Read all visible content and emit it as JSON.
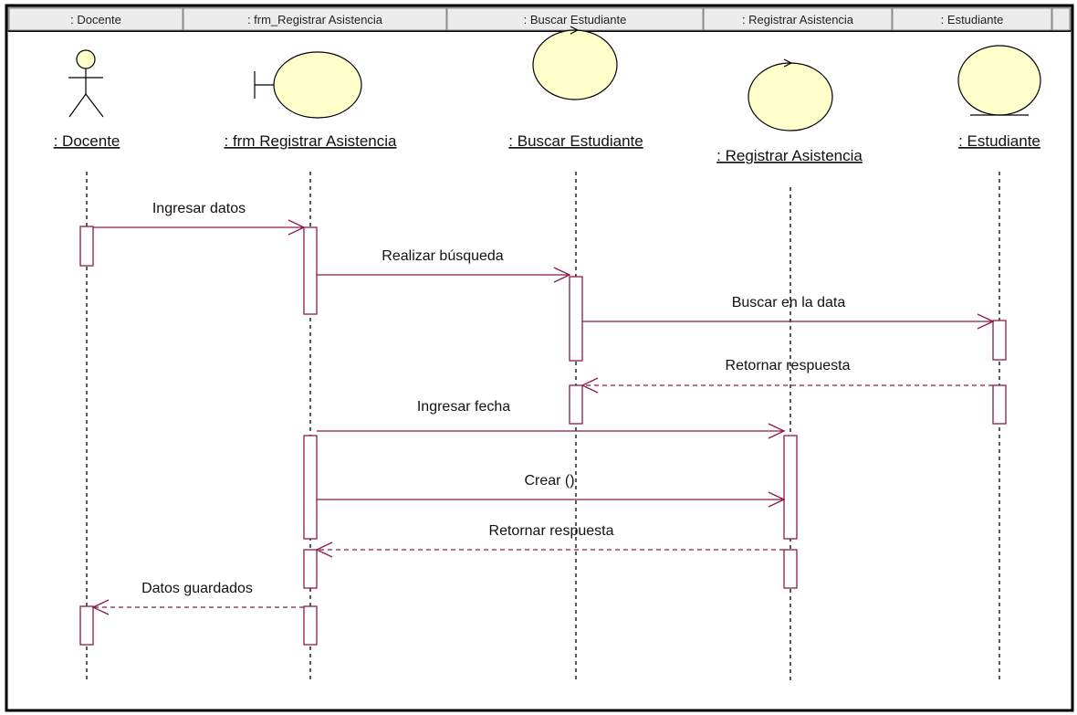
{
  "header_cells": [
    ": Docente",
    ": frm_Registrar Asistencia",
    ": Buscar Estudiante",
    ": Registrar Asistencia",
    ": Estudiante"
  ],
  "lifelines": [
    {
      "name": ": Docente",
      "kind": "actor"
    },
    {
      "name": ": frm  Registrar Asistencia",
      "kind": "boundary"
    },
    {
      "name": ": Buscar Estudiante",
      "kind": "control"
    },
    {
      "name": ": Registrar Asistencia",
      "kind": "control"
    },
    {
      "name": ": Estudiante",
      "kind": "entity"
    }
  ],
  "messages": [
    {
      "label": "Ingresar datos",
      "from": 0,
      "to": 1,
      "kind": "call"
    },
    {
      "label": "Realizar búsqueda",
      "from": 1,
      "to": 2,
      "kind": "call"
    },
    {
      "label": "Buscar en la data",
      "from": 2,
      "to": 4,
      "kind": "call"
    },
    {
      "label": "Retornar respuesta",
      "from": 4,
      "to": 2,
      "kind": "return"
    },
    {
      "label": "Ingresar fecha",
      "from": 1,
      "to": 3,
      "kind": "call"
    },
    {
      "label": "Crear ()",
      "from": 1,
      "to": 3,
      "kind": "call"
    },
    {
      "label": "Retornar respuesta",
      "from": 3,
      "to": 1,
      "kind": "return"
    },
    {
      "label": "Datos guardados",
      "from": 1,
      "to": 0,
      "kind": "return"
    }
  ],
  "colors": {
    "message_line": "#8b1a4a",
    "activation_stroke": "#8b1a4a",
    "icon_fill": "#ffffcc",
    "header_fill": "#ececec",
    "frame": "#000000"
  }
}
